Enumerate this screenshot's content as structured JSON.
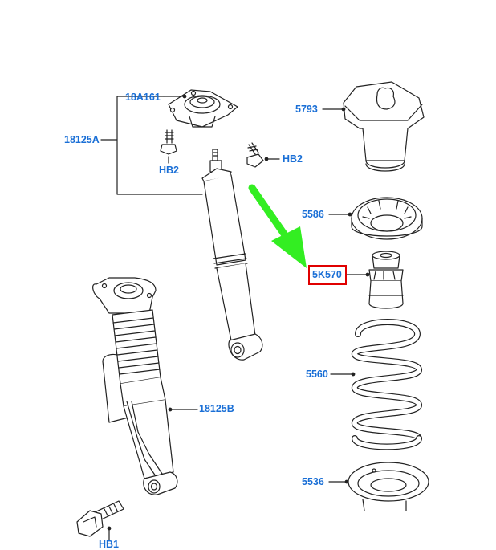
{
  "colors": {
    "label": "#1a6fd6",
    "line": "#222222",
    "highlight": "#e00000",
    "arrow": "#33ee22",
    "fill": "#ffffff"
  },
  "labels": {
    "mount_top": "18A161",
    "shock_assembly_a": "18125A",
    "bolt_left": "HB2",
    "bolt_right": "HB2",
    "dust_boot": "5793",
    "spring_seat_upper": "5586",
    "bump_stop": "5K570",
    "coil_spring": "5560",
    "shock_assembly_b": "18125B",
    "spring_seat_lower": "5536",
    "bolt_bottom": "HB1"
  },
  "highlighted_part": "5K570"
}
